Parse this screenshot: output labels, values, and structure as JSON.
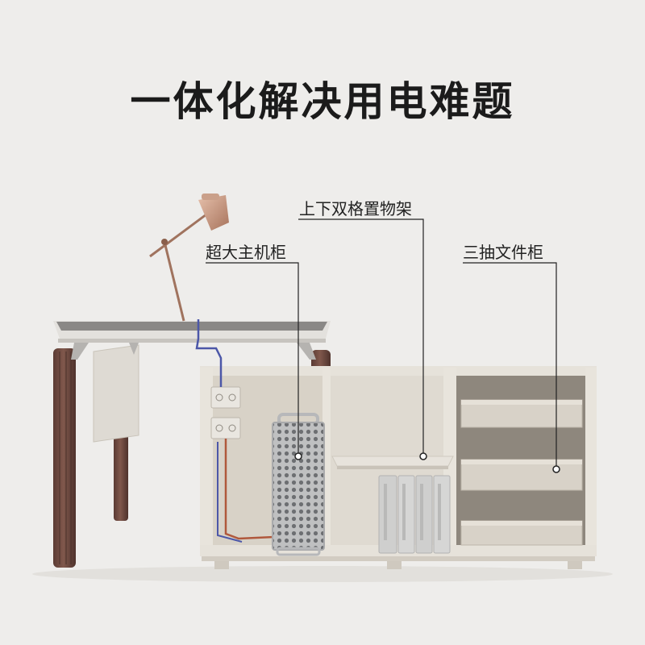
{
  "headline": "一体化解决用电难题",
  "callouts": {
    "shelf": "上下双格置物架",
    "host_cabinet": "超大主机柜",
    "drawers": "三抽文件柜"
  },
  "colors": {
    "background": "#eeedeb",
    "cabinet": "#e2ddd4",
    "walnut_leg": "#6d4a41",
    "lamp_copper": "#c99a83",
    "cable": "#4c57a8",
    "power_cable": "#b0583c"
  }
}
